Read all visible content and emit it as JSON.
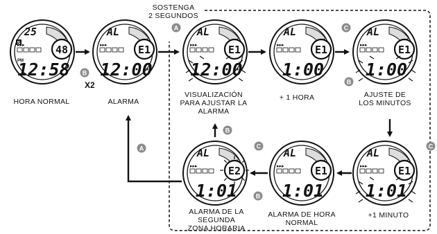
{
  "header": {
    "line1": "SOSTENGA",
    "line2": "2 SEGUNDOS"
  },
  "multiplier": "X2",
  "buttons": {
    "a": "A",
    "b": "B",
    "c": "C"
  },
  "watches": [
    {
      "id": "hora-normal",
      "top": "25",
      "side": "48",
      "main": "12:58",
      "pm": "PM",
      "s": "S",
      "caption": "HORA NORMAL"
    },
    {
      "id": "alarma",
      "top": "AL",
      "side": "E1",
      "main": "12:00",
      "caption": "ALARMA"
    },
    {
      "id": "ajuste-hora",
      "top": "AL",
      "side": "E1",
      "main": "12:00",
      "caption": "VISUALIZACIÓN\nPARA AJUSTAR LA\nALARMA"
    },
    {
      "id": "mas-1-hora",
      "top": "AL",
      "side": "E1",
      "main": "1:00",
      "caption": "+ 1 HORA"
    },
    {
      "id": "ajuste-minutos",
      "top": "AL",
      "side": "E1",
      "main": "1:00",
      "caption": "AJUSTE DE\nLOS MINUTOS"
    },
    {
      "id": "mas-1-minuto",
      "top": "AL",
      "side": "E1",
      "main": "1:01",
      "caption": "+1 MINUTO"
    },
    {
      "id": "alarma-hora-normal",
      "top": "AL",
      "side": "E1",
      "main": "1:01",
      "caption": "ALARMA DE HORA\nNORMAL"
    },
    {
      "id": "alarma-segunda-zona",
      "top": "AL",
      "side": "E2",
      "main": "1:01",
      "caption": "ALARMA DE LA\nSEGUNDA\nZONA HORARIA"
    }
  ]
}
